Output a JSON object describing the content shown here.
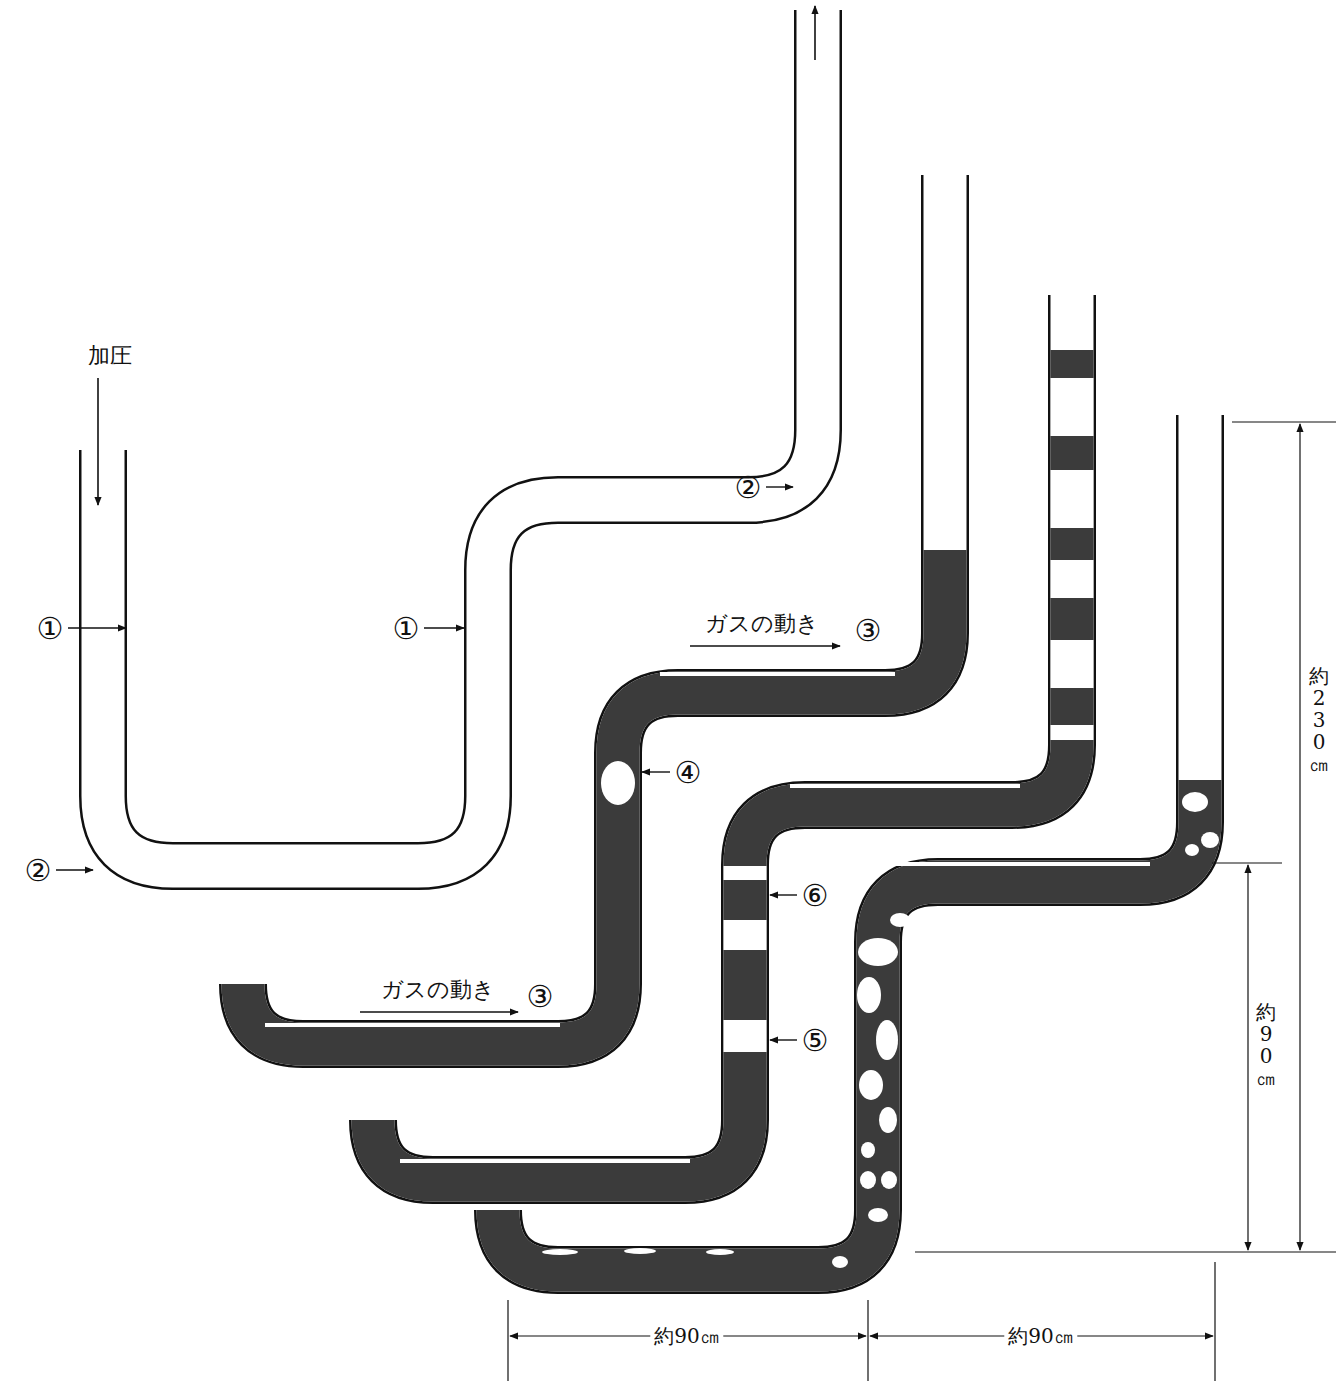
{
  "diagram": {
    "labels": [
      "加圧",
      "①",
      "②",
      "①",
      "②",
      "ガスの動き",
      "③",
      "④",
      "ガスの動き",
      "③",
      "⑥",
      "⑤",
      "約230㎝",
      "約90㎝",
      "約90㎝",
      "約90㎝"
    ]
  }
}
